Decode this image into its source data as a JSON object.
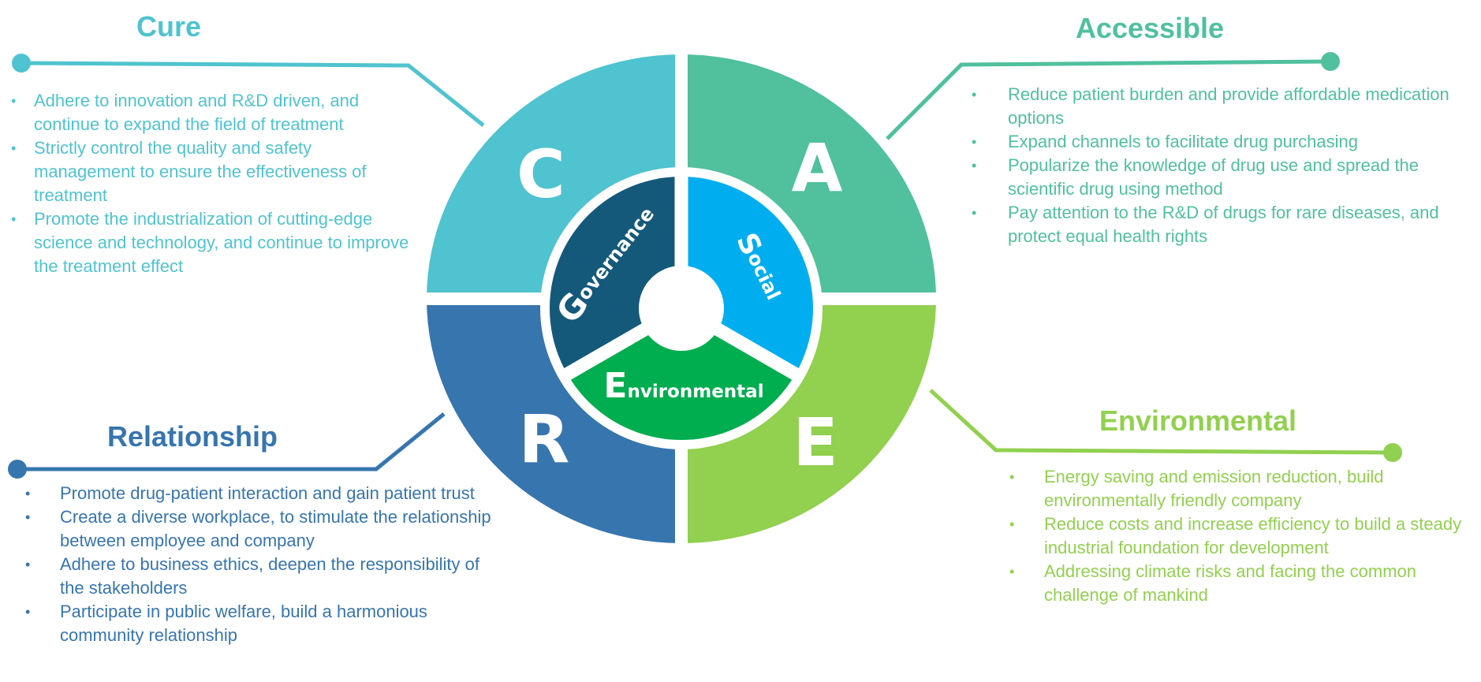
{
  "colors": {
    "cure": "#4FC3CF",
    "accessible": "#50C09D",
    "relationship": "#3775AE",
    "environmental": "#92D050",
    "governance": "#14597A",
    "social": "#00AEEF",
    "environmental_inner": "#00AD4F"
  },
  "wheel": {
    "quadrants": [
      {
        "letter": "C",
        "name": "Cure"
      },
      {
        "letter": "A",
        "name": "Accessible"
      },
      {
        "letter": "R",
        "name": "Relationship"
      },
      {
        "letter": "E",
        "name": "Environmental"
      }
    ],
    "inner": {
      "governance": {
        "initial": "G",
        "rest": "overnance"
      },
      "social": {
        "initial": "S",
        "rest": "ocial"
      },
      "environmental": {
        "initial": "E",
        "rest": "nvironmental"
      }
    }
  },
  "sections": {
    "cure": {
      "title": "Cure",
      "bullets": [
        "Adhere to innovation and R&D driven, and continue to expand the field of treatment",
        "Strictly control the quality and safety management to ensure the effectiveness of treatment",
        "Promote the industrialization of cutting-edge science and technology, and continue to improve the treatment effect"
      ]
    },
    "accessible": {
      "title": "Accessible",
      "bullets": [
        "Reduce patient burden and provide affordable medication options",
        "Expand channels to facilitate drug purchasing",
        "Popularize the knowledge of drug use and spread the scientific drug using method",
        "Pay attention to the R&D of drugs for rare diseases, and protect equal health rights"
      ]
    },
    "relationship": {
      "title": "Relationship",
      "bullets": [
        "Promote drug-patient interaction and gain patient trust",
        "Create a diverse workplace, to stimulate the relationship between employee and company",
        "Adhere to business ethics, deepen the responsibility of the stakeholders",
        "Participate in public welfare, build a harmonious community relationship"
      ]
    },
    "environmental": {
      "title": "Environmental",
      "bullets": [
        "Energy saving and emission reduction, build environmentally friendly company",
        "Reduce costs and increase efficiency to build a steady industrial foundation for development",
        "Addressing climate risks and facing the common challenge of mankind"
      ]
    }
  },
  "bullet_glyph": "•"
}
